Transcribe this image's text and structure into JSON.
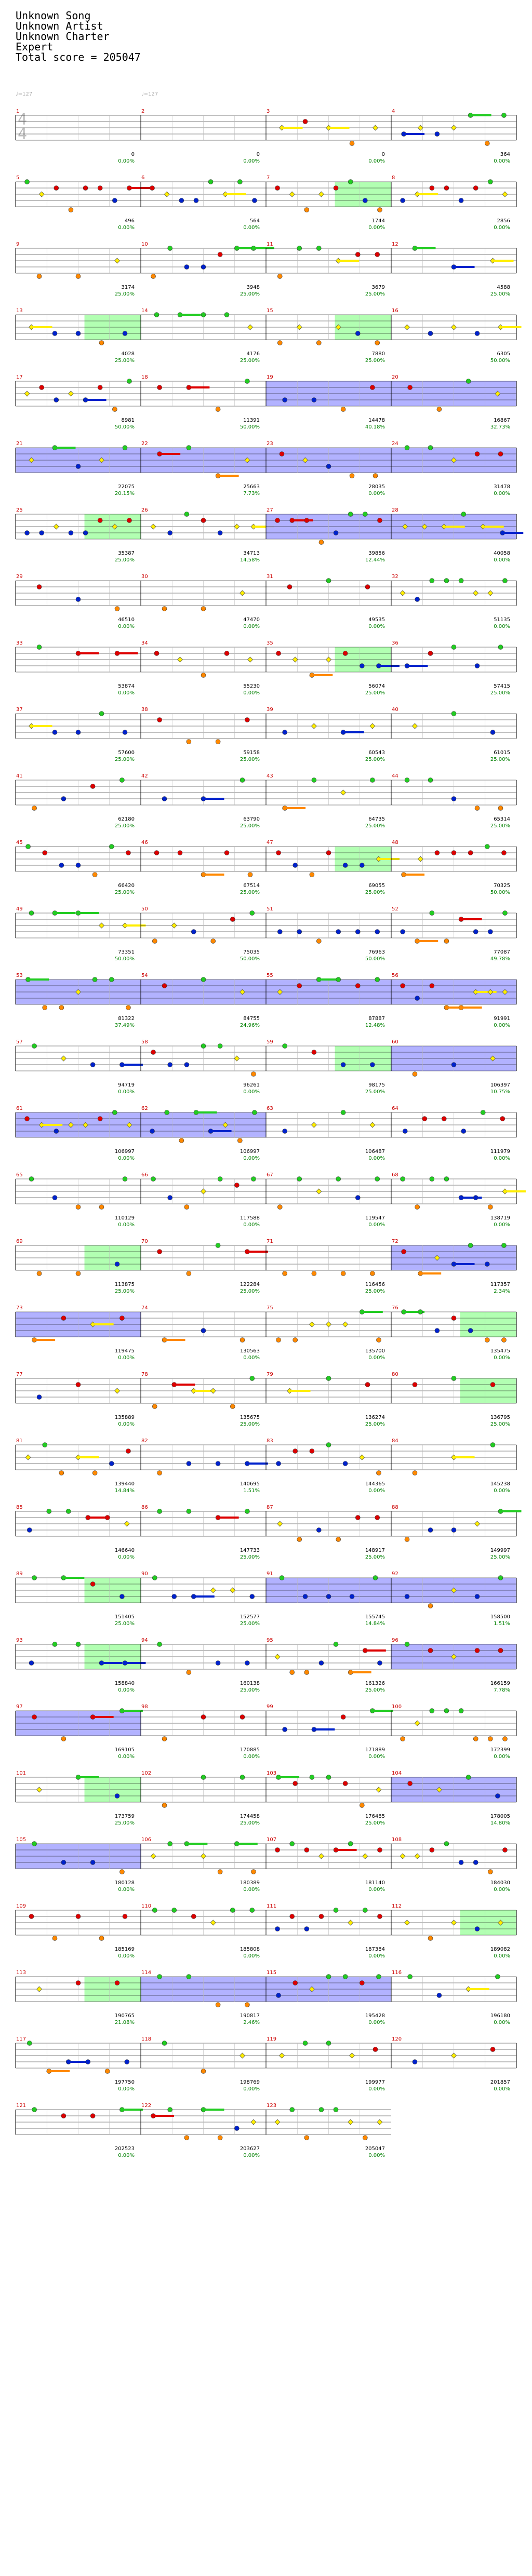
{
  "song": {
    "title": "Unknown Song",
    "artist": "Unknown Artist",
    "charter": "Unknown Charter",
    "difficulty": "Expert",
    "total_score_text": "Total score = 205047"
  },
  "chart_header": {
    "tempo_label": "♩=127",
    "time_signature": {
      "top": "4",
      "bottom": "4"
    }
  },
  "colors": {
    "lane_red": "#dd0000",
    "lane_yellow": "#ffee00",
    "lane_green": "#22cc22",
    "lane_blue": "#0022cc",
    "lane_orange": "#ff8800",
    "sustain_green": "#22ee22",
    "sp_phrase": "#aaffaa",
    "sp_activation": "#aaaaff",
    "score_text": "#000000",
    "percent_text": "#008000",
    "measure_number": "#cc0000"
  },
  "measures": [
    {
      "n": 1,
      "score": "0",
      "pct": "0.00%"
    },
    {
      "n": 2,
      "score": "0",
      "pct": "0.00%"
    },
    {
      "n": 3,
      "score": "0",
      "pct": "0.00%"
    },
    {
      "n": 4,
      "score": "364",
      "pct": "0.00%"
    },
    {
      "n": 5,
      "score": "496",
      "pct": "0.00%"
    },
    {
      "n": 6,
      "score": "564",
      "pct": "0.00%"
    },
    {
      "n": 7,
      "score": "1744",
      "pct": "0.00%"
    },
    {
      "n": 8,
      "score": "2856",
      "pct": "0.00%"
    },
    {
      "n": 9,
      "score": "3174",
      "pct": "25.00%"
    },
    {
      "n": 10,
      "score": "3948",
      "pct": "25.00%"
    },
    {
      "n": 11,
      "score": "3679",
      "pct": "25.00%"
    },
    {
      "n": 12,
      "score": "4588",
      "pct": "25.00%"
    },
    {
      "n": 13,
      "score": "4028",
      "pct": "25.00%"
    },
    {
      "n": 14,
      "score": "4176",
      "pct": "25.00%"
    },
    {
      "n": 15,
      "score": "7880",
      "pct": "25.00%"
    },
    {
      "n": 16,
      "score": "6305",
      "pct": "50.00%"
    },
    {
      "n": 17,
      "score": "8981",
      "pct": "50.00%"
    },
    {
      "n": 18,
      "score": "11391",
      "pct": "50.00%"
    },
    {
      "n": 19,
      "score": "14478",
      "pct": "40.18%"
    },
    {
      "n": 20,
      "score": "16867",
      "pct": "32.73%"
    },
    {
      "n": 21,
      "score": "22075",
      "pct": "20.15%"
    },
    {
      "n": 22,
      "score": "25663",
      "pct": "7.73%"
    },
    {
      "n": 23,
      "score": "28035",
      "pct": "0.00%"
    },
    {
      "n": 24,
      "score": "31478",
      "pct": "0.00%"
    },
    {
      "n": 25,
      "score": "35387",
      "pct": "25.00%"
    },
    {
      "n": 26,
      "score": "34713",
      "pct": "14.58%"
    },
    {
      "n": 27,
      "score": "39856",
      "pct": "12.44%"
    },
    {
      "n": 28,
      "score": "40058",
      "pct": "0.00%"
    },
    {
      "n": 29,
      "score": "46510",
      "pct": "0.00%"
    },
    {
      "n": 30,
      "score": "47470",
      "pct": "0.00%"
    },
    {
      "n": 31,
      "score": "49535",
      "pct": "0.00%"
    },
    {
      "n": 32,
      "score": "51135",
      "pct": "0.00%"
    },
    {
      "n": 33,
      "score": "53874",
      "pct": "0.00%"
    },
    {
      "n": 34,
      "score": "55230",
      "pct": "0.00%"
    },
    {
      "n": 35,
      "score": "56074",
      "pct": "25.00%"
    },
    {
      "n": 36,
      "score": "57415",
      "pct": "25.00%"
    },
    {
      "n": 37,
      "score": "57600",
      "pct": "25.00%"
    },
    {
      "n": 38,
      "score": "59158",
      "pct": "25.00%"
    },
    {
      "n": 39,
      "score": "60543",
      "pct": "25.00%"
    },
    {
      "n": 40,
      "score": "61015",
      "pct": "25.00%"
    },
    {
      "n": 41,
      "score": "62180",
      "pct": "25.00%"
    },
    {
      "n": 42,
      "score": "63790",
      "pct": "25.00%"
    },
    {
      "n": 43,
      "score": "64735",
      "pct": "25.00%"
    },
    {
      "n": 44,
      "score": "65314",
      "pct": "25.00%"
    },
    {
      "n": 45,
      "score": "66420",
      "pct": "25.00%"
    },
    {
      "n": 46,
      "score": "67514",
      "pct": "25.00%"
    },
    {
      "n": 47,
      "score": "69055",
      "pct": "25.00%"
    },
    {
      "n": 48,
      "score": "70325",
      "pct": "50.00%"
    },
    {
      "n": 49,
      "score": "73351",
      "pct": "50.00%"
    },
    {
      "n": 50,
      "score": "75035",
      "pct": "50.00%"
    },
    {
      "n": 51,
      "score": "76963",
      "pct": "50.00%"
    },
    {
      "n": 52,
      "score": "77087",
      "pct": "49.78%"
    },
    {
      "n": 53,
      "score": "81322",
      "pct": "37.49%"
    },
    {
      "n": 54,
      "score": "84755",
      "pct": "24.96%"
    },
    {
      "n": 55,
      "score": "87887",
      "pct": "12.48%"
    },
    {
      "n": 56,
      "score": "91991",
      "pct": "0.00%"
    },
    {
      "n": 57,
      "score": "94719",
      "pct": "0.00%"
    },
    {
      "n": 58,
      "score": "96261",
      "pct": "0.00%"
    },
    {
      "n": 59,
      "score": "98175",
      "pct": "25.00%"
    },
    {
      "n": 60,
      "score": "106397",
      "pct": "10.75%"
    },
    {
      "n": 61,
      "score": "106997",
      "pct": "0.00%"
    },
    {
      "n": 62,
      "score": "106997",
      "pct": "0.00%"
    },
    {
      "n": 63,
      "score": "106487",
      "pct": "0.00%"
    },
    {
      "n": 64,
      "score": "111979",
      "pct": "0.00%"
    },
    {
      "n": 65,
      "score": "110129",
      "pct": "0.00%"
    },
    {
      "n": 66,
      "score": "117588",
      "pct": "0.00%"
    },
    {
      "n": 67,
      "score": "119547",
      "pct": "0.00%"
    },
    {
      "n": 68,
      "score": "138719",
      "pct": "0.00%"
    },
    {
      "n": 69,
      "score": "113875",
      "pct": "25.00%"
    },
    {
      "n": 70,
      "score": "122284",
      "pct": "25.00%"
    },
    {
      "n": 71,
      "score": "116456",
      "pct": "25.00%"
    },
    {
      "n": 72,
      "score": "117357",
      "pct": "2.34%"
    },
    {
      "n": 73,
      "score": "119475",
      "pct": "0.00%"
    },
    {
      "n": 74,
      "score": "130563",
      "pct": "0.00%"
    },
    {
      "n": 75,
      "score": "135700",
      "pct": "0.00%"
    },
    {
      "n": 76,
      "score": "135475",
      "pct": "0.00%"
    },
    {
      "n": 77,
      "score": "135889",
      "pct": "0.00%"
    },
    {
      "n": 78,
      "score": "135675",
      "pct": "25.00%"
    },
    {
      "n": 79,
      "score": "136274",
      "pct": "25.00%"
    },
    {
      "n": 80,
      "score": "136795",
      "pct": "25.00%"
    },
    {
      "n": 81,
      "score": "139440",
      "pct": "14.84%"
    },
    {
      "n": 82,
      "score": "140695",
      "pct": "1.51%"
    },
    {
      "n": 83,
      "score": "144365",
      "pct": "0.00%"
    },
    {
      "n": 84,
      "score": "145238",
      "pct": "0.00%"
    },
    {
      "n": 85,
      "score": "146640",
      "pct": "0.00%"
    },
    {
      "n": 86,
      "score": "147733",
      "pct": "25.00%"
    },
    {
      "n": 87,
      "score": "148917",
      "pct": "25.00%"
    },
    {
      "n": 88,
      "score": "149997",
      "pct": "25.00%"
    },
    {
      "n": 89,
      "score": "151405",
      "pct": "25.00%"
    },
    {
      "n": 90,
      "score": "152577",
      "pct": "25.00%"
    },
    {
      "n": 91,
      "score": "155745",
      "pct": "14.84%"
    },
    {
      "n": 92,
      "score": "158500",
      "pct": "1.51%"
    },
    {
      "n": 93,
      "score": "158840",
      "pct": "0.00%"
    },
    {
      "n": 94,
      "score": "160138",
      "pct": "25.00%"
    },
    {
      "n": 95,
      "score": "161326",
      "pct": "25.00%"
    },
    {
      "n": 96,
      "score": "166159",
      "pct": "7.78%"
    },
    {
      "n": 97,
      "score": "169105",
      "pct": "0.00%"
    },
    {
      "n": 98,
      "score": "170885",
      "pct": "0.00%"
    },
    {
      "n": 99,
      "score": "171889",
      "pct": "0.00%"
    },
    {
      "n": 100,
      "score": "172399",
      "pct": "0.00%"
    },
    {
      "n": 101,
      "score": "173759",
      "pct": "25.00%"
    },
    {
      "n": 102,
      "score": "174458",
      "pct": "25.00%"
    },
    {
      "n": 103,
      "score": "176485",
      "pct": "25.00%"
    },
    {
      "n": 104,
      "score": "178005",
      "pct": "14.80%"
    },
    {
      "n": 105,
      "score": "180128",
      "pct": "0.00%"
    },
    {
      "n": 106,
      "score": "180389",
      "pct": "0.00%"
    },
    {
      "n": 107,
      "score": "181140",
      "pct": "0.00%"
    },
    {
      "n": 108,
      "score": "184030",
      "pct": "0.00%"
    },
    {
      "n": 109,
      "score": "185169",
      "pct": "0.00%"
    },
    {
      "n": 110,
      "score": "185808",
      "pct": "0.00%"
    },
    {
      "n": 111,
      "score": "187384",
      "pct": "0.00%"
    },
    {
      "n": 112,
      "score": "189082",
      "pct": "0.00%"
    },
    {
      "n": 113,
      "score": "190765",
      "pct": "21.08%"
    },
    {
      "n": 114,
      "score": "190817",
      "pct": "2.46%"
    },
    {
      "n": 115,
      "score": "195428",
      "pct": "0.00%"
    },
    {
      "n": 116,
      "score": "196180",
      "pct": "0.00%"
    },
    {
      "n": 117,
      "score": "197750",
      "pct": "0.00%"
    },
    {
      "n": 118,
      "score": "198769",
      "pct": "0.00%"
    },
    {
      "n": 119,
      "score": "199977",
      "pct": "0.00%"
    },
    {
      "n": 120,
      "score": "201857",
      "pct": "0.00%"
    },
    {
      "n": 121,
      "score": "202523",
      "pct": "0.00%"
    },
    {
      "n": 122,
      "score": "203627",
      "pct": "0.00%"
    },
    {
      "n": 123,
      "score": "205047",
      "pct": "0.00%"
    }
  ],
  "sp_phrases": [
    7,
    13,
    15,
    25,
    35,
    47,
    59,
    69,
    76,
    80,
    89,
    93,
    101,
    112,
    113
  ],
  "sp_activations": [
    19,
    20,
    21,
    22,
    23,
    24,
    27,
    28,
    53,
    54,
    55,
    56,
    60,
    61,
    62,
    72,
    73,
    91,
    92,
    96,
    97,
    104,
    105,
    114,
    115
  ]
}
